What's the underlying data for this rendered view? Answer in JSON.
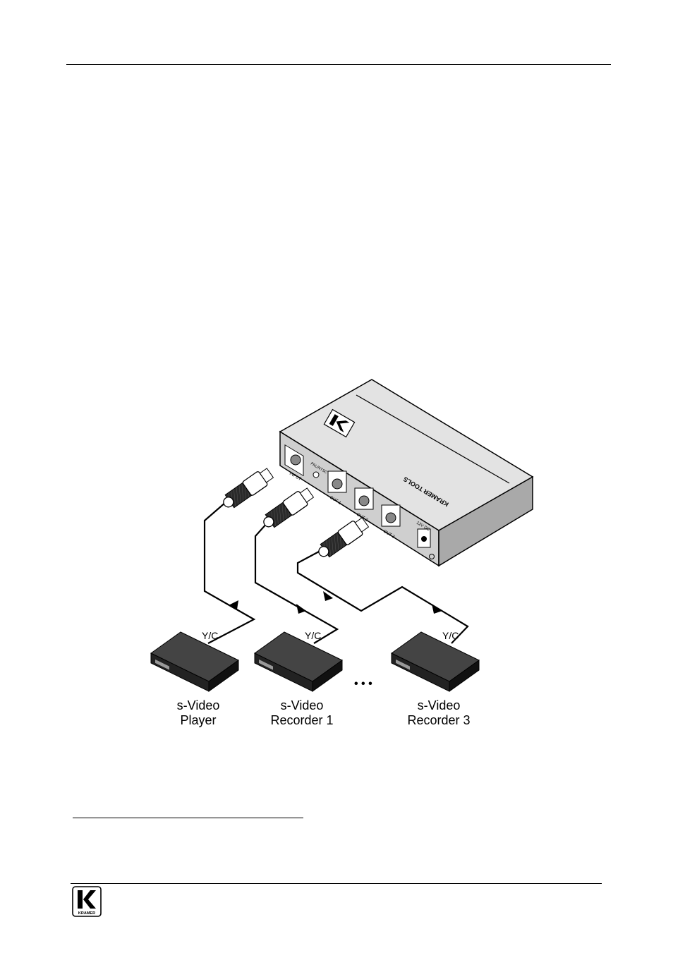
{
  "diagram": {
    "device": {
      "brand_text": "KRAMER TOOLS",
      "ports": {
        "input": "INPUT",
        "standard": "PAL/NTSC",
        "out1": "OUT 1",
        "out2": "OUT 2",
        "out3": "OUT 3",
        "power": "12V DC"
      }
    },
    "signal_labels": [
      "Y/C",
      "Y/C",
      "Y/C"
    ],
    "devices": [
      {
        "line1": "s-Video",
        "line2": "Player"
      },
      {
        "line1": "s-Video",
        "line2": "Recorder 1"
      },
      {
        "line1": "s-Video",
        "line2": "Recorder 3"
      }
    ],
    "ellipsis": "• • •"
  },
  "footer": {
    "logo_text": "KRAMER"
  },
  "colors": {
    "ink": "#000000",
    "device_face": "#d9d9d9",
    "device_side": "#b5b5b5",
    "vcr_body": "#2b2b2b"
  }
}
